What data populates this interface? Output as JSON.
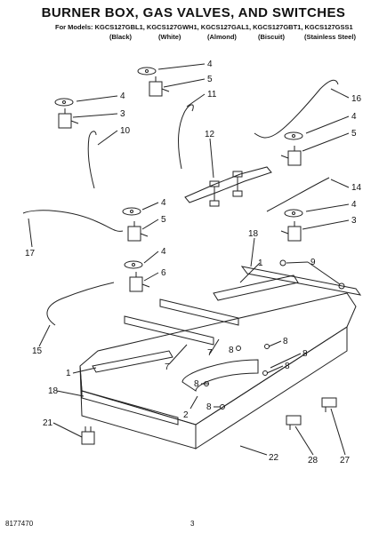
{
  "header": {
    "title": "BURNER BOX, GAS VALVES, AND SWITCHES",
    "models": "For Models: KGCS127GBL1, KGCS127GWH1, KGCS127GAL1, KGCS127GBT1, KGCS127GSS1",
    "colors": [
      "(Black)",
      "(White)",
      "(Almond)",
      "(Biscuit)",
      "(Stainless Steel)"
    ]
  },
  "footer": {
    "part_number": "8177470",
    "page": "3"
  },
  "callouts": [
    {
      "id": "c4a",
      "label": "4"
    },
    {
      "id": "c5a",
      "label": "5"
    },
    {
      "id": "c11",
      "label": "11"
    },
    {
      "id": "c4b",
      "label": "4"
    },
    {
      "id": "c3a",
      "label": "3"
    },
    {
      "id": "c10",
      "label": "10"
    },
    {
      "id": "c16",
      "label": "16"
    },
    {
      "id": "c4c",
      "label": "4"
    },
    {
      "id": "c5b",
      "label": "5"
    },
    {
      "id": "c12",
      "label": "12"
    },
    {
      "id": "c14",
      "label": "14"
    },
    {
      "id": "c4d",
      "label": "4"
    },
    {
      "id": "c5c",
      "label": "5"
    },
    {
      "id": "c4e",
      "label": "4"
    },
    {
      "id": "c3b",
      "label": "3"
    },
    {
      "id": "c17",
      "label": "17"
    },
    {
      "id": "c18a",
      "label": "18"
    },
    {
      "id": "c1a",
      "label": "1"
    },
    {
      "id": "c9",
      "label": "9"
    },
    {
      "id": "c4f",
      "label": "4"
    },
    {
      "id": "c6",
      "label": "6"
    },
    {
      "id": "c15",
      "label": "15"
    },
    {
      "id": "c7a",
      "label": "7"
    },
    {
      "id": "c8a",
      "label": "8"
    },
    {
      "id": "c7b",
      "label": "7"
    },
    {
      "id": "c8b",
      "label": "8"
    },
    {
      "id": "c1b",
      "label": "1"
    },
    {
      "id": "c8c",
      "label": "8"
    },
    {
      "id": "c8d",
      "label": "8"
    },
    {
      "id": "c8e",
      "label": "8"
    },
    {
      "id": "c8f",
      "label": "8"
    },
    {
      "id": "c2",
      "label": "2"
    },
    {
      "id": "c18b",
      "label": "18"
    },
    {
      "id": "c21",
      "label": "21"
    },
    {
      "id": "c22",
      "label": "22"
    },
    {
      "id": "c28",
      "label": "28"
    },
    {
      "id": "c27",
      "label": "27"
    }
  ]
}
